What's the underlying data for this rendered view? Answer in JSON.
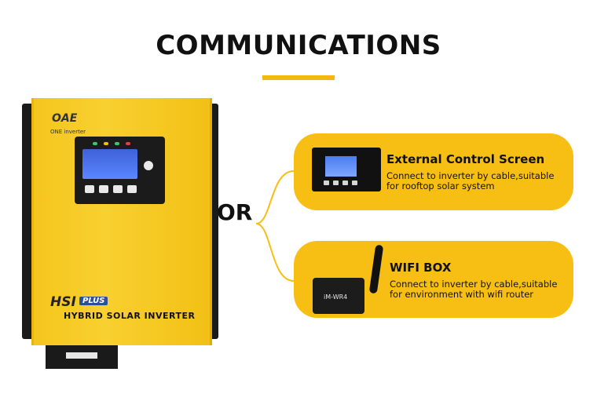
{
  "header": {
    "title": "COMMUNICATIONS"
  },
  "inverter": {
    "logo": "ONE inverter",
    "model_prefix": "HSI",
    "model_badge": "PLUS",
    "model_name": "HYBRID SOLAR INVERTER"
  },
  "separator": {
    "or_label": "OR"
  },
  "options": [
    {
      "title": "External Control Screen",
      "description": "Connect to inverter by cable,suitable for rooftop solar system"
    },
    {
      "title": "WIFI BOX",
      "description": "Connect to inverter by cable,suitable for environment with wifi router"
    }
  ],
  "colors": {
    "accent": "#f7be14",
    "text": "#111111"
  }
}
